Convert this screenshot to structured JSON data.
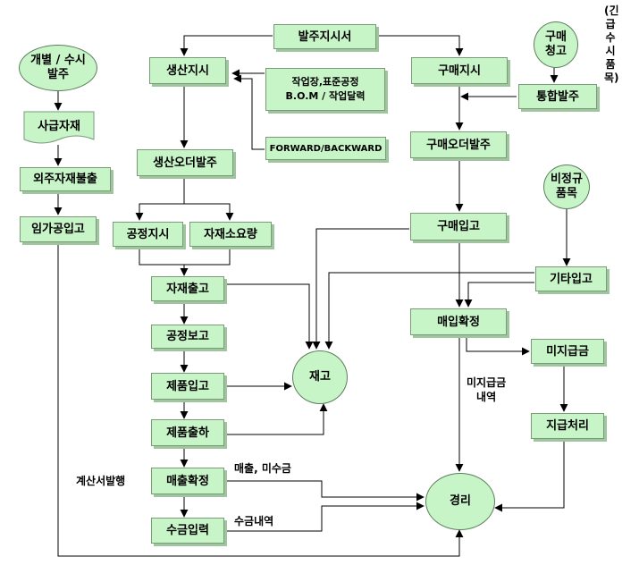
{
  "nodes": {
    "order_instruction": "발주지시서",
    "production_instruction": "생산지시",
    "workplace_info": "작업장,표준공정\nB.O.M / 작업달력",
    "forward_backward": "FORWARD/BACKWARD",
    "production_order": "생산오더발주",
    "process_instruction": "공정지시",
    "material_requirement": "자재소요량",
    "material_issue": "자재출고",
    "process_report": "공정보고",
    "product_receipt": "제품입고",
    "product_shipment": "제품출하",
    "sales_confirm": "매출확정",
    "collection_input": "수금입력",
    "purchase_instruction": "구매지시",
    "purchase_order": "구매오더발주",
    "purchase_receipt": "구매입고",
    "other_receipt": "기타입고",
    "purchase_confirm": "매입확정",
    "unpaid": "미지급금",
    "payment": "지급처리",
    "integrated_order": "통합발주",
    "individual_order": "개별 / 수시\n발주",
    "self_supply": "사급자재",
    "outsource_issue": "외주자재불출",
    "tolling_receipt": "임가공입고",
    "purchase_request": "구매\n청고",
    "irregular_item": "비정규\n품목",
    "inventory": "재고",
    "accounting": "경리"
  },
  "labels": {
    "urgent_purchase": "(긴급수시품목)",
    "invoice_issue": "계산서발행",
    "sales_receivable": "매출, 미수금",
    "collection_detail": "수금내역",
    "unpaid_detail": "미지급금\n내역"
  },
  "colors": {
    "box_fill": "#c8f5c8",
    "box_border": "#7a9a7a",
    "line": "#000000"
  }
}
